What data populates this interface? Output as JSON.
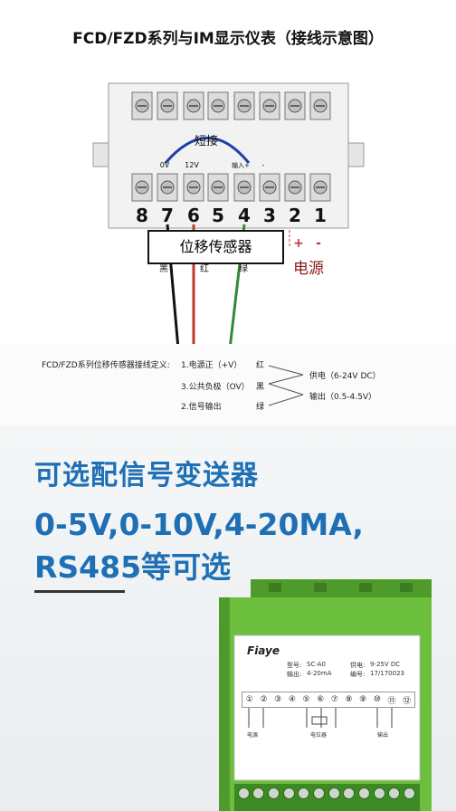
{
  "header": {
    "title": "FCD/FZD系列与IM显示仪表（接线示意图）"
  },
  "diagram": {
    "terminal_numbers": [
      "8",
      "7",
      "6",
      "5",
      "4",
      "3",
      "2",
      "1"
    ],
    "small_labels": [
      "0V",
      "12V",
      "输入+",
      "-"
    ],
    "short_label": "短接",
    "wire_labels": [
      "黑",
      "红",
      "绿"
    ],
    "sensor_label": "位移传感器",
    "power_signs": [
      "+",
      "-"
    ],
    "power_label": "电源",
    "colors": {
      "black_wire": "#111111",
      "red_wire": "#c0392b",
      "green_wire": "#2e8b3a",
      "jumper": "#1e3fa8",
      "power_text": "#8b1a1a"
    }
  },
  "legend": {
    "heading": "FCD/FZD系列位移传感器接线定义:",
    "rows": [
      {
        "label": "1.电源正（+V）",
        "color": "红"
      },
      {
        "label": "3.公共负极（OV）",
        "color": "黑"
      },
      {
        "label": "2.信号输出",
        "color": "绿"
      }
    ],
    "supply": "供电（6-24V DC）",
    "output": "输出（0.5-4.5V）"
  },
  "promo": {
    "title": "可选配信号变送器",
    "options_line1": "0-5V,0-10V,4-20MA,",
    "options_line2": "RS485等可选"
  },
  "device": {
    "brand": "Fiaye",
    "model_label": "型号:",
    "model_value": "SC-A0",
    "supply_label": "供电:",
    "supply_value": "9-25V DC",
    "output_label": "输出:",
    "output_value": "4-20mA",
    "serial_label": "编号:",
    "serial_value": "17/170023",
    "terminal_numbers": [
      "①",
      "②",
      "③",
      "④",
      "⑤",
      "⑥",
      "⑦",
      "⑧",
      "⑨",
      "⑩",
      "⑪",
      "⑫"
    ],
    "bottom_labels": [
      "电源",
      "电位器",
      "输出"
    ],
    "colors": {
      "housing": "#6cbf3c",
      "housing_dark": "#4e9a2a"
    }
  }
}
